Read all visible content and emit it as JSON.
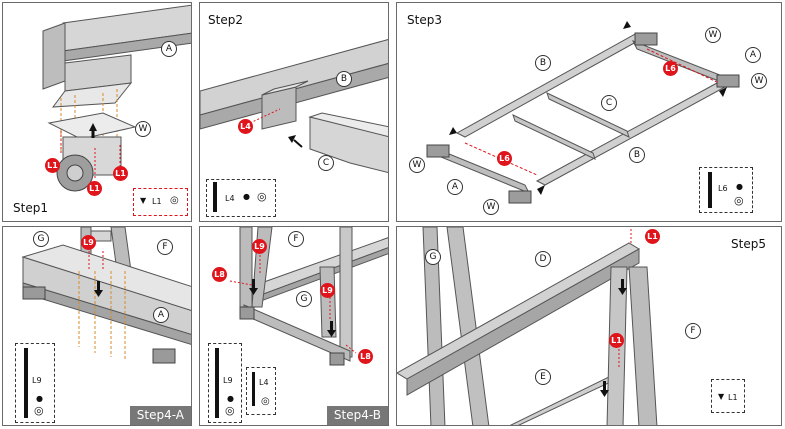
{
  "steps": {
    "step1": "Step1",
    "step2": "Step2",
    "step3": "Step3",
    "step4a": "Step4-A",
    "step4b": "Step4-B",
    "step5": "Step5"
  },
  "parts": {
    "A": "A",
    "B": "B",
    "C": "C",
    "D": "D",
    "E": "E",
    "F": "F",
    "G": "G",
    "W": "W"
  },
  "hardware": {
    "L1": "L1",
    "L4": "L4",
    "L6": "L6",
    "L8": "L8",
    "L9": "L9"
  },
  "colors": {
    "accent_red": "#e0141b",
    "frame_grey": "#c8c8c8",
    "tab_grey": "#777777",
    "dash_orange": "#d98a2b"
  }
}
